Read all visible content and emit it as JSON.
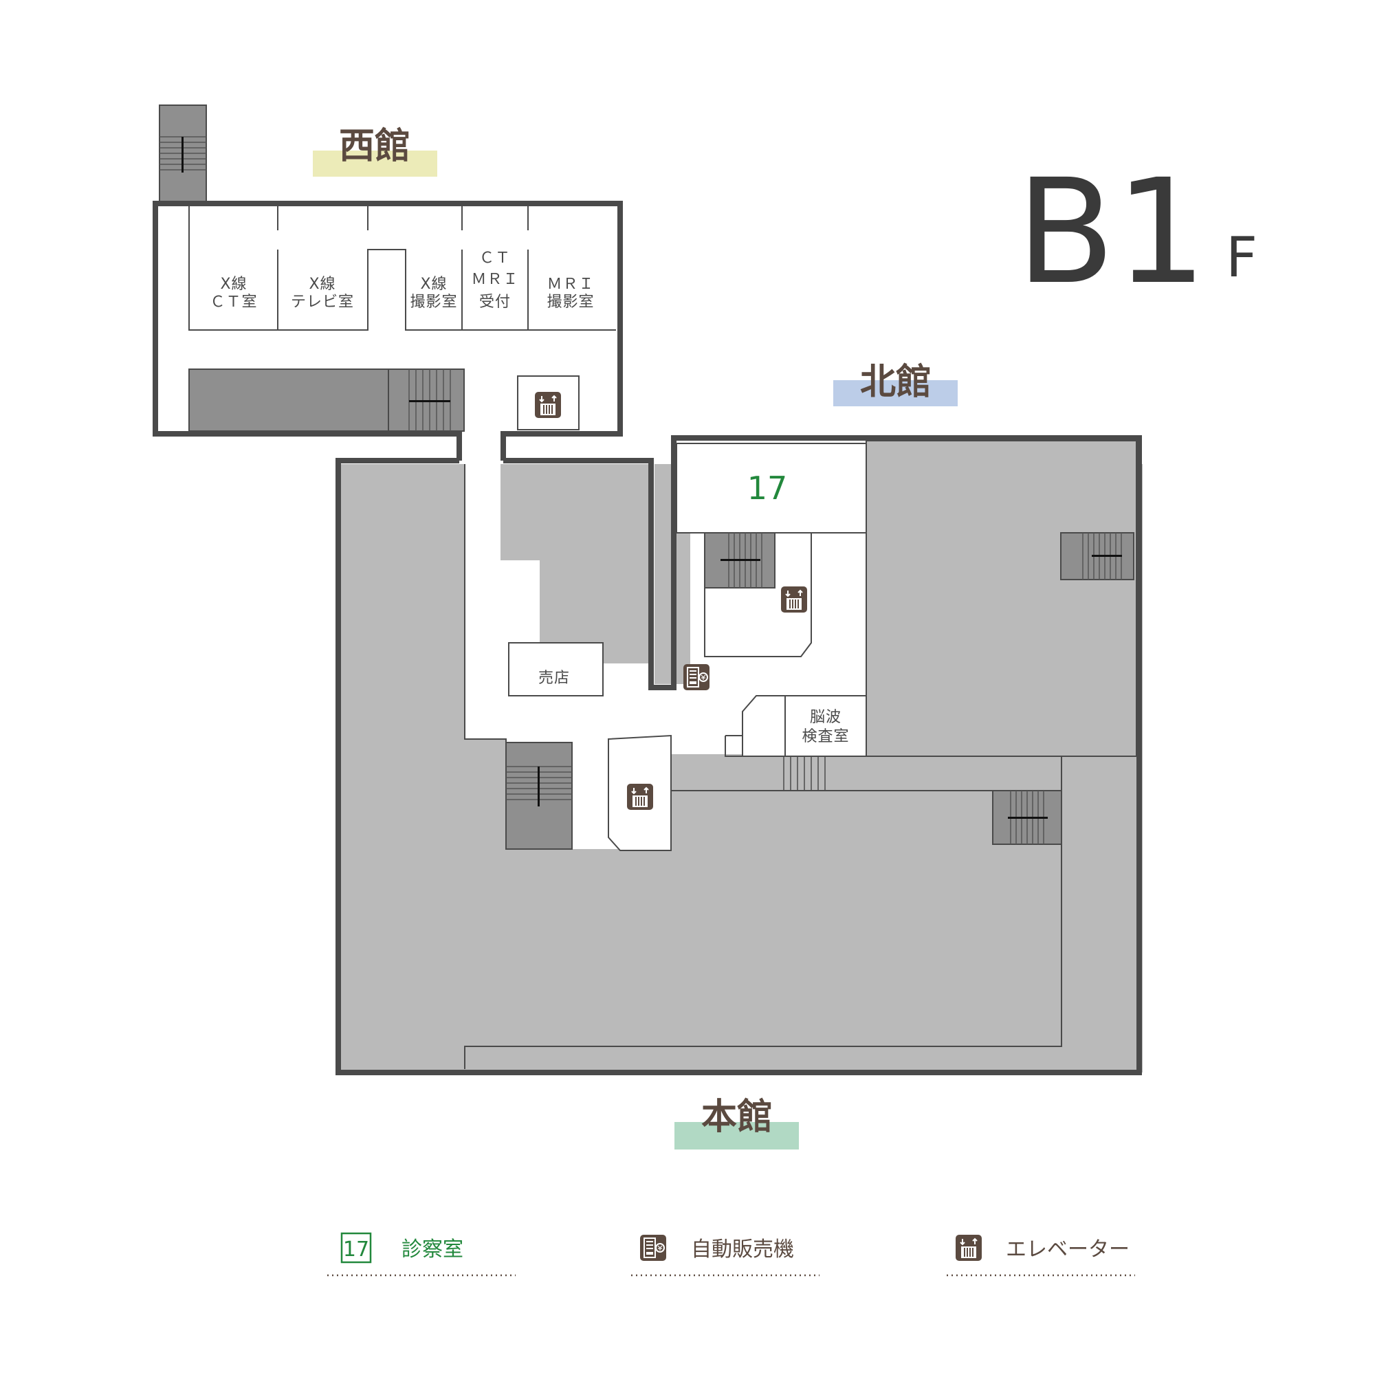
{
  "floor": {
    "main": "B1",
    "suffix": "F"
  },
  "buildings": {
    "west": {
      "label": "西館",
      "color": "#ecebb8"
    },
    "north": {
      "label": "北館",
      "color": "#bccde8"
    },
    "main": {
      "label": "本館",
      "color": "#b1d9c4"
    }
  },
  "rooms": {
    "xray_ct": {
      "line1": "X線",
      "line2": "ＣＴ室"
    },
    "xray_tv": {
      "line1": "X線",
      "line2": "テレビ室"
    },
    "xray_photo": {
      "line1": "X線",
      "line2": "撮影室"
    },
    "ct_mri_reception": {
      "line1": "ＣＴ",
      "line2": "ＭＲＩ",
      "line3": "受付"
    },
    "mri_photo": {
      "line1": "ＭＲＩ",
      "line2": "撮影室"
    },
    "shop": "売店",
    "eeg": {
      "line1": "脳波",
      "line2": "検査室"
    },
    "exam_room_number": "17"
  },
  "legend": {
    "exam_room": {
      "number": "17",
      "label": "診察室"
    },
    "vending": {
      "label": "自動販売機",
      "icon": "vending-machine-icon"
    },
    "elevator": {
      "label": "エレベーター",
      "icon": "elevator-icon"
    }
  },
  "colors": {
    "wall": "#4a4a4a",
    "area": "#bababa",
    "stair": "#8f8f8f",
    "icon": "#5b4a40",
    "room_number": "#22883c"
  }
}
